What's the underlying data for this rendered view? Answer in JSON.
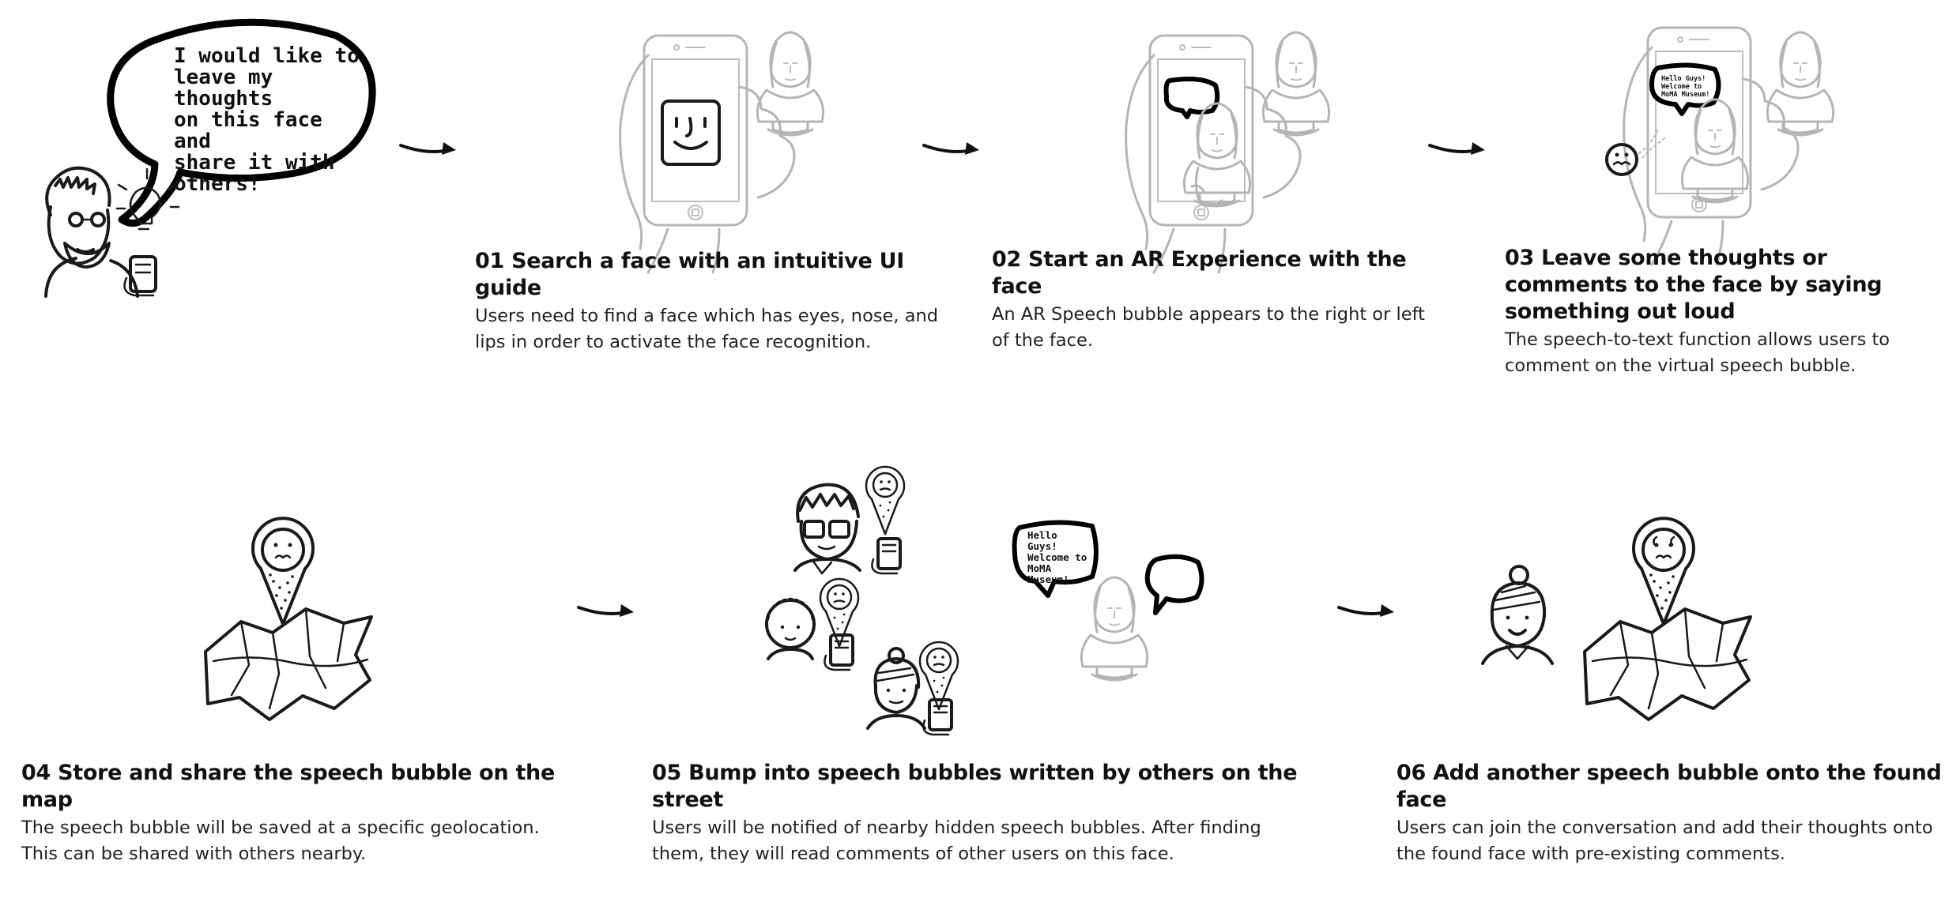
{
  "intro_bubble": "I would like to\nleave my thoughts\non this face and\nshare it with\nothers!",
  "phone_bubble_text": "Hello Guys!\nWelcome to\nMoMA Museum!",
  "street_bubble_text": "Hello Guys!\nWelcome to\nMoMA\nMuseum!",
  "steps": [
    {
      "title": "01  Search a face with an intuitive UI guide",
      "body": "Users need to find a face which has eyes, nose, and lips in order to activate the face recognition."
    },
    {
      "title": "02  Start an AR Experience with the face",
      "body": "An AR Speech bubble appears to the right or left of the face."
    },
    {
      "title": "03  Leave some thoughts or comments to the face by saying something out loud",
      "body": "The speech-to-text function allows users to comment on the virtual speech bubble."
    },
    {
      "title": "04  Store and share the speech bubble on the map",
      "body": "The speech bubble will be saved at a specific geolocation. This can be shared with others nearby."
    },
    {
      "title": "05  Bump into speech bubbles written by others on the street",
      "body": "Users will be notified of nearby hidden speech bubbles. After finding them, they will read comments of other users on this face."
    },
    {
      "title": "06  Add another speech bubble onto the found face",
      "body": "Users can join the conversation and add their thoughts onto the found face with pre-existing comments."
    }
  ],
  "icons": [
    "user-with-lightbulb-icon",
    "phone-face-scan-icon",
    "phone-ar-bubble-icon",
    "phone-speech-icon",
    "map-pin-icon",
    "people-pins-icon",
    "bust-bubbles-icon",
    "person-map-pin-icon",
    "arrow-right-icon"
  ],
  "colors": {
    "ink": "#1a1a1a",
    "sketch_gray": "#b5b5b5",
    "background": "#ffffff"
  }
}
